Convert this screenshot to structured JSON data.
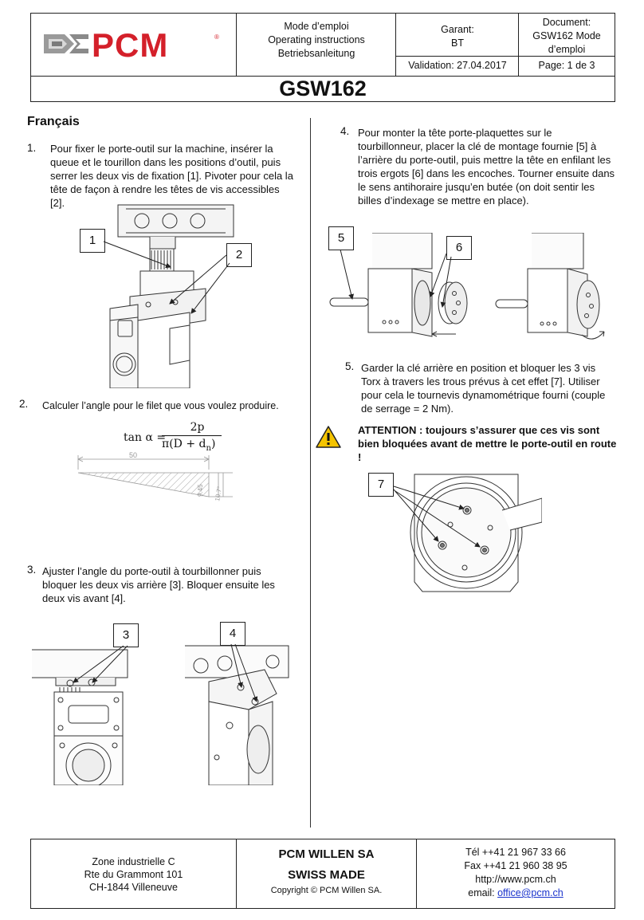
{
  "header": {
    "doc_type": [
      "Mode d’emploi",
      "Operating instructions",
      "Betriebsanleitung"
    ],
    "garant_label": "Garant:",
    "garant_value": "BT",
    "document_label": "Document:",
    "document_value": [
      "GSW162 Mode",
      "d’emploi"
    ],
    "validation": "Validation: 27.04.2017",
    "page": "Page: 1 de 3",
    "logo_text": "PCM",
    "logo_reg": "®",
    "title": "GSW162"
  },
  "left": {
    "section_title": "Français",
    "step1_num": "1.",
    "step1_text": "Pour fixer le porte-outil sur la machine, insérer la queue et le tourillon dans les positions d’outil, puis serrer les deux vis de fixation [1]. Pivoter pour cela la tête de façon à rendre les têtes de vis accessibles [2].",
    "callout1": "1",
    "callout2": "2",
    "step2_num": "2.",
    "step2_text": "Calculer l’angle pour le filet que vous voulez produire.",
    "formula_lhs": "tan α =",
    "formula_num": "2p",
    "formula_den": "π(D + d",
    "formula_sub": "n",
    "formula_den_end": ")",
    "dim_50": "50",
    "dim_945": "9.45",
    "dim_107": "10.7°",
    "step3_num": "3.",
    "step3_text": "Ajuster l’angle du porte-outil à tourbillonner puis bloquer les deux vis arrière [3]. Bloquer ensuite les deux vis avant [4].",
    "callout3": "3",
    "callout4": "4"
  },
  "right": {
    "step4_num": "4.",
    "step4_text": "Pour monter la tête porte-plaquettes sur le tourbillonneur, placer la clé de montage fournie [5] à l’arrière du porte-outil, puis mettre la tête en enfilant les trois ergots [6] dans les encoches. Tourner ensuite dans le sens antihoraire jusqu’en butée (on doit sentir les billes d’indexage se mettre en place).",
    "callout5": "5",
    "callout6": "6",
    "step5_num": "5.",
    "step5_text": "Garder la clé arrière en position et bloquer les 3 vis Torx à travers les trous prévus à cet effet [7]. Utiliser pour cela le tournevis dynamométrique fourni (couple de serrage = 2 Nm).",
    "warning_text": "ATTENTION : toujours s’assurer que ces vis sont bien bloquées avant de mettre le porte-outil en route !",
    "callout7": "7"
  },
  "footer": {
    "address": [
      "Zone industrielle C",
      "Rte du Grammont 101",
      "CH-1844 Villeneuve"
    ],
    "company": "PCM WILLEN SA",
    "swiss": "SWISS MADE",
    "copyright": "Copyright © PCM Willen SA.",
    "tel": "Tél ++41 21 967 33 66",
    "fax": "Fax ++41 21 960 38 95",
    "web": "http://www.pcm.ch",
    "email_label": "email: ",
    "email": "office@pcm.ch"
  },
  "colors": {
    "logo_red": "#d4202a",
    "logo_grey": "#8a8a8a",
    "warning_yellow": "#f5c400",
    "link_blue": "#1a33cc"
  }
}
